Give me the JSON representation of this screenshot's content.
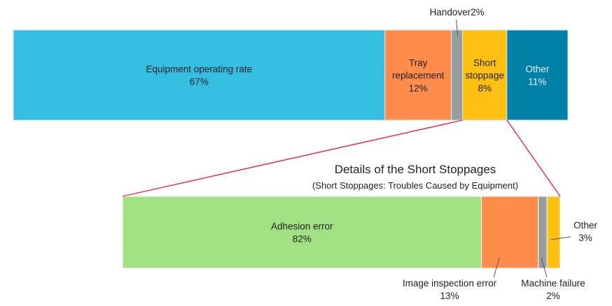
{
  "chart_data": [
    {
      "type": "bar",
      "stacked": true,
      "orientation": "horizontal",
      "title": "",
      "unit": "%",
      "segments": [
        {
          "name": "Equipment operating rate",
          "value": 67,
          "label": "67%",
          "color": "#35BDE2",
          "text_color": "#222222",
          "label_position": "inside"
        },
        {
          "name": "Tray replacement",
          "value": 12,
          "label": "12%",
          "color": "#FF8C4A",
          "text_color": "#222222",
          "label_position": "inside"
        },
        {
          "name": "Handover",
          "value": 2,
          "label": "2%",
          "color": "#979C9C",
          "text_color": "#222222",
          "label_position": "above"
        },
        {
          "name": "Short stoppage",
          "value": 8,
          "label": "8%",
          "color": "#FFC012",
          "text_color": "#222222",
          "label_position": "inside"
        },
        {
          "name": "Other",
          "value": 11,
          "label": "11%",
          "color": "#0380A8",
          "text_color": "#E8F4F8",
          "label_position": "inside"
        }
      ]
    },
    {
      "type": "bar",
      "stacked": true,
      "orientation": "horizontal",
      "title": "Details of the Short Stoppages",
      "subtitle": "(Short Stoppages: Troubles Caused by Equipment)",
      "unit": "%",
      "segments": [
        {
          "name": "Adhesion error",
          "value": 82,
          "label": "82%",
          "color": "#A0E283",
          "text_color": "#222222",
          "label_position": "inside"
        },
        {
          "name": "Image inspection error",
          "value": 13,
          "label": "13%",
          "color": "#FF8C4A",
          "text_color": "#222222",
          "label_position": "below"
        },
        {
          "name": "Machine failure",
          "value": 2,
          "label": "2%",
          "color": "#979C9C",
          "text_color": "#222222",
          "label_position": "below"
        },
        {
          "name": "Other",
          "value": 3,
          "label": "3%",
          "color": "#FFC012",
          "text_color": "#222222",
          "label_position": "right"
        }
      ]
    }
  ],
  "connector_color": "#E8254B"
}
